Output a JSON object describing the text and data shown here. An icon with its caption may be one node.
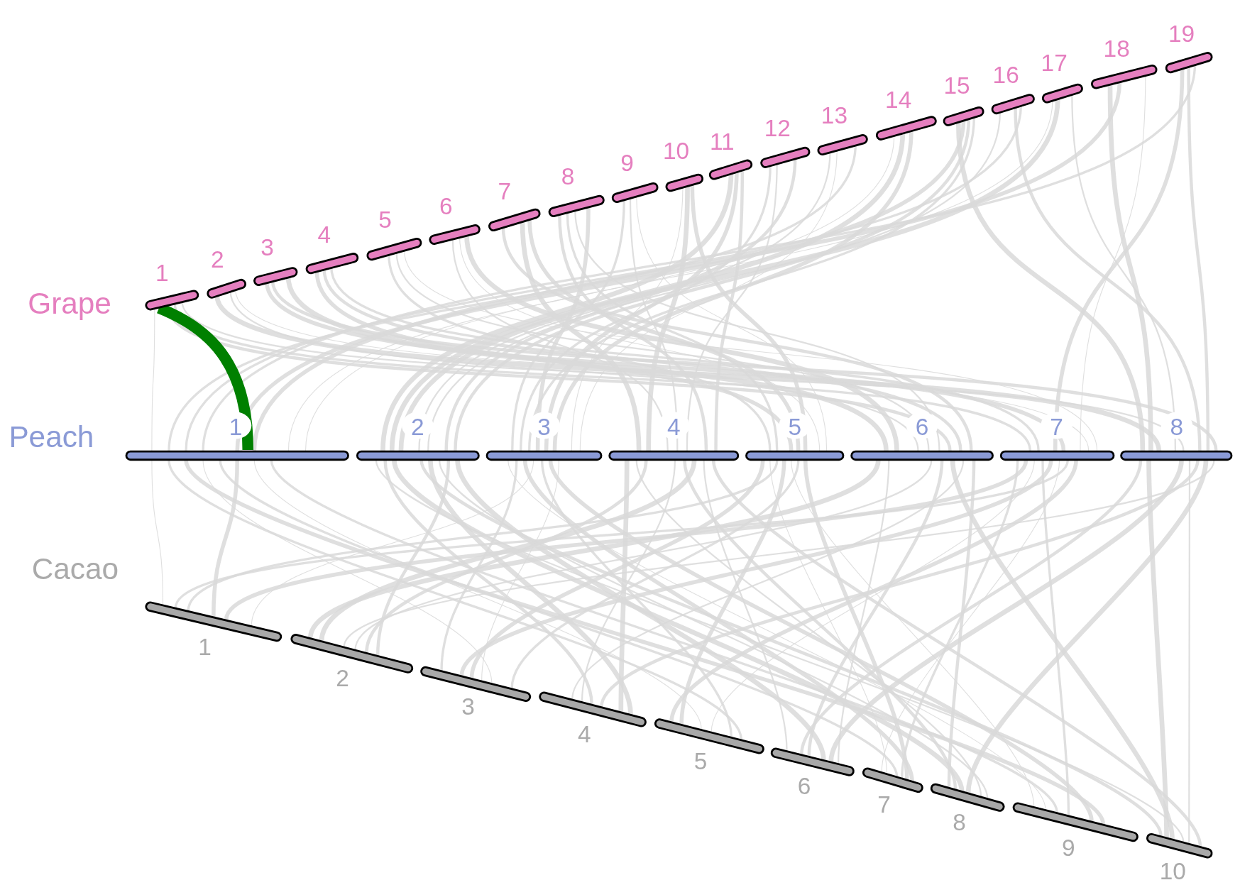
{
  "diagram": {
    "nodes": [
      {
        "text": [
          "1"
        ]
      },
      {
        "text": [
          "2"
        ]
      },
      {
        "text": [
          "3"
        ]
      },
      {
        "text": [
          "4"
        ]
      },
      {
        "text": [
          "5"
        ]
      },
      {
        "text": [
          "6"
        ]
      },
      {
        "text": [
          "7"
        ]
      },
      {
        "text": [
          "8"
        ]
      },
      {
        "text": [
          "9"
        ]
      },
      {
        "text": [
          "10"
        ]
      },
      {
        "text": [
          "11"
        ]
      },
      {
        "text": [
          "12"
        ]
      },
      {
        "text": [
          "13"
        ]
      },
      {
        "text": [
          "14"
        ]
      },
      {
        "text": [
          "15"
        ]
      },
      {
        "text": [
          "16"
        ]
      },
      {
        "text": [
          "17"
        ]
      },
      {
        "text": [
          "18"
        ]
      },
      {
        "text": [
          "19"
        ]
      },
      {
        "text": [
          "1"
        ]
      },
      {
        "text": [
          "2"
        ]
      },
      {
        "text": [
          "3"
        ]
      },
      {
        "text": [
          "4"
        ]
      },
      {
        "text": [
          "5"
        ]
      },
      {
        "text": [
          "6"
        ]
      },
      {
        "text": [
          "7"
        ]
      },
      {
        "text": [
          "8"
        ]
      },
      {
        "text": [
          "1"
        ]
      },
      {
        "text": [
          "2"
        ]
      },
      {
        "text": [
          "3"
        ]
      },
      {
        "text": [
          "4"
        ]
      },
      {
        "text": [
          "5"
        ]
      },
      {
        "text": [
          "6"
        ]
      },
      {
        "text": [
          "7"
        ]
      },
      {
        "text": [
          "8"
        ]
      },
      {
        "text": [
          "9"
        ]
      },
      {
        "text": [
          "10"
        ]
      }
    ],
    "edges": [
      {
        "from": 0,
        "to": 19,
        "arrow": "none",
        "color": "#008000"
      }
    ],
    "labels": [
      "Grape",
      "Peach",
      "Cacao"
    ]
  }
}
